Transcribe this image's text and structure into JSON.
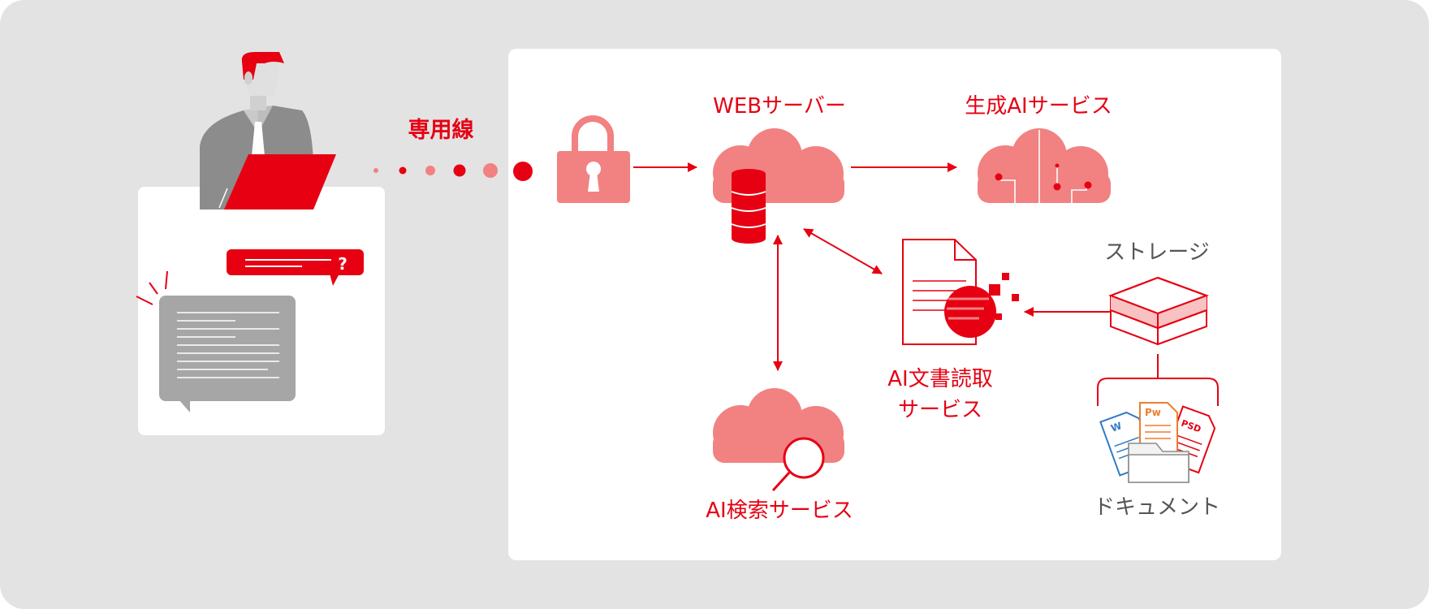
{
  "colors": {
    "accent_red": "#e60012",
    "pink": "#f28182",
    "gray_dark": "#8c8c8c",
    "gray_text": "#555555",
    "background": "#e3e3e3",
    "panel": "#ffffff"
  },
  "labels": {
    "dedicated_line": "専用線",
    "web_server": "WEBサーバー",
    "generative_ai": "生成AIサービス",
    "storage": "ストレージ",
    "ai_ocr_line1": "AI文書読取",
    "ai_ocr_line2": "サービス",
    "ai_search": "AI検索サービス",
    "documents": "ドキュメント"
  },
  "file_icons": {
    "word": "W",
    "publisher": "Pw",
    "photoshop": "PSD"
  },
  "chat": {
    "question_mark": "?"
  },
  "icons": [
    "person-icon",
    "laptop-icon",
    "chat-bubble-icon",
    "lock-icon",
    "web-server-cloud-icon",
    "database-icon",
    "ai-circuit-cloud-icon",
    "document-scan-icon",
    "storage-icon",
    "search-cloud-icon",
    "folder-icon"
  ]
}
